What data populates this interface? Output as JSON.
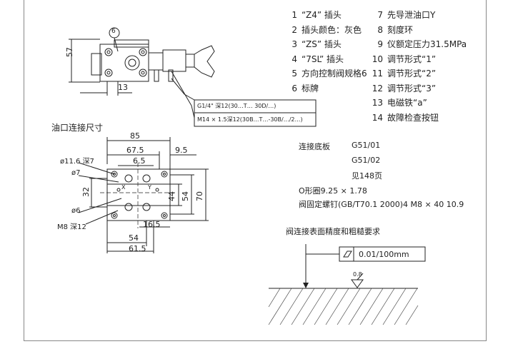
{
  "legend": [
    {
      "num": "1",
      "text": "“Z4” 插头"
    },
    {
      "num": "2",
      "text": "插头颜色：灰色"
    },
    {
      "num": "3",
      "text": "“ZS” 插头"
    },
    {
      "num": "4",
      "text": "“7SL” 插头"
    },
    {
      "num": "5",
      "text": "方向控制阀规格6"
    },
    {
      "num": "6",
      "text": "标牌"
    },
    {
      "num": "7",
      "text": "先导泄油口Y"
    },
    {
      "num": "8",
      "text": "刻度环"
    },
    {
      "num": "9",
      "text": "仪额定压力31.5MPa"
    },
    {
      "num": "10",
      "text": "调节形式“1”"
    },
    {
      "num": "11",
      "text": "调节形式“2”"
    },
    {
      "num": "12",
      "text": "调节形式“3”"
    },
    {
      "num": "13",
      "text": "电磁铁“a”"
    },
    {
      "num": "14",
      "text": "故障检查按钮"
    }
  ],
  "top_view": {
    "dim_57": "57",
    "dim_13": "13",
    "callout_6": "6",
    "note_line1": "G1/4\" 深12(30…T…  30D/…)",
    "note_line2": "M14 × 1.5深12(30B…T…-30B/…/2…)"
  },
  "port_section": {
    "title": "油口连接尺寸",
    "dim_85": "85",
    "dim_675": "67.5",
    "dim_65": "6.5",
    "dim_95": "9.5",
    "hole_116": "ø11.6 深7",
    "hole_7": "ø7",
    "hole_6": "ø6",
    "thread_m8": "M8 深12",
    "dim_32": "32",
    "dim_44": "44",
    "dim_54v": "54",
    "dim_70": "70",
    "dim_165": "16.5",
    "dim_54h": "54",
    "dim_615": "61.5",
    "port_x": "X",
    "port_y": "Y"
  },
  "spec": {
    "plate_label": "连接底板",
    "plate_1": "G51/01",
    "plate_2": "G51/02",
    "plate_3": "见148页",
    "oring": "O形圈9.25 × 1.78",
    "screw": "阀固定螺钉(GB/T70.1  2000)4  M8 × 40  10.9"
  },
  "surface": {
    "title": "阀连接表面精度和粗糙要求",
    "flatness": "0.01/100mm",
    "roughness": "0.8"
  }
}
